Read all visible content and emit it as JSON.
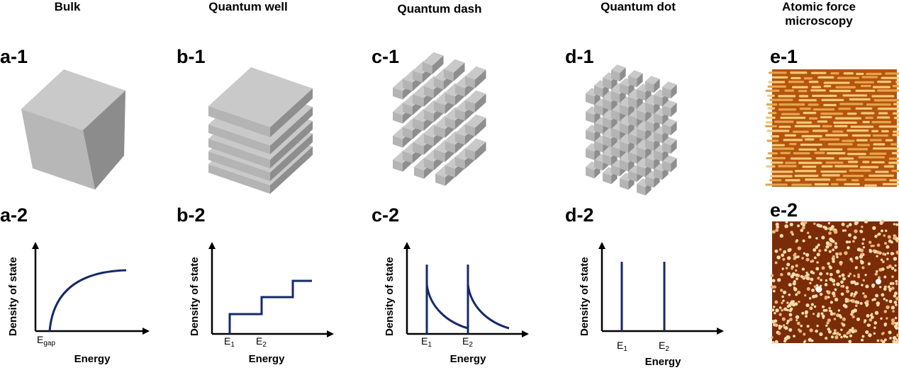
{
  "columns": {
    "bulk": "Bulk",
    "well": "Quantum well",
    "dash": "Quantum dash",
    "dot": "Quantum dot",
    "afm": "Atomic force microscopy"
  },
  "labels": {
    "a1": "a-1",
    "a2": "a-2",
    "b1": "b-1",
    "b2": "b-2",
    "c1": "c-1",
    "c2": "c-2",
    "d1": "d-1",
    "d2": "d-2",
    "e1": "e-1",
    "e2": "e-2"
  },
  "axes": {
    "y_label": "Density of state",
    "x_label": "Energy"
  },
  "ticks": {
    "egap_main": "E",
    "egap_sub": "gap",
    "e1_main": "E",
    "e1_sub": "1",
    "e2_main": "E",
    "e2_sub": "2"
  },
  "colors": {
    "curve": "#16296b",
    "cube_top": "#c9c9c9",
    "cube_front": "#b4b4b4",
    "cube_side": "#8e8e8e",
    "afm_bg_top": "#b5540e",
    "afm_bg_bottom": "#7a2b08"
  }
}
